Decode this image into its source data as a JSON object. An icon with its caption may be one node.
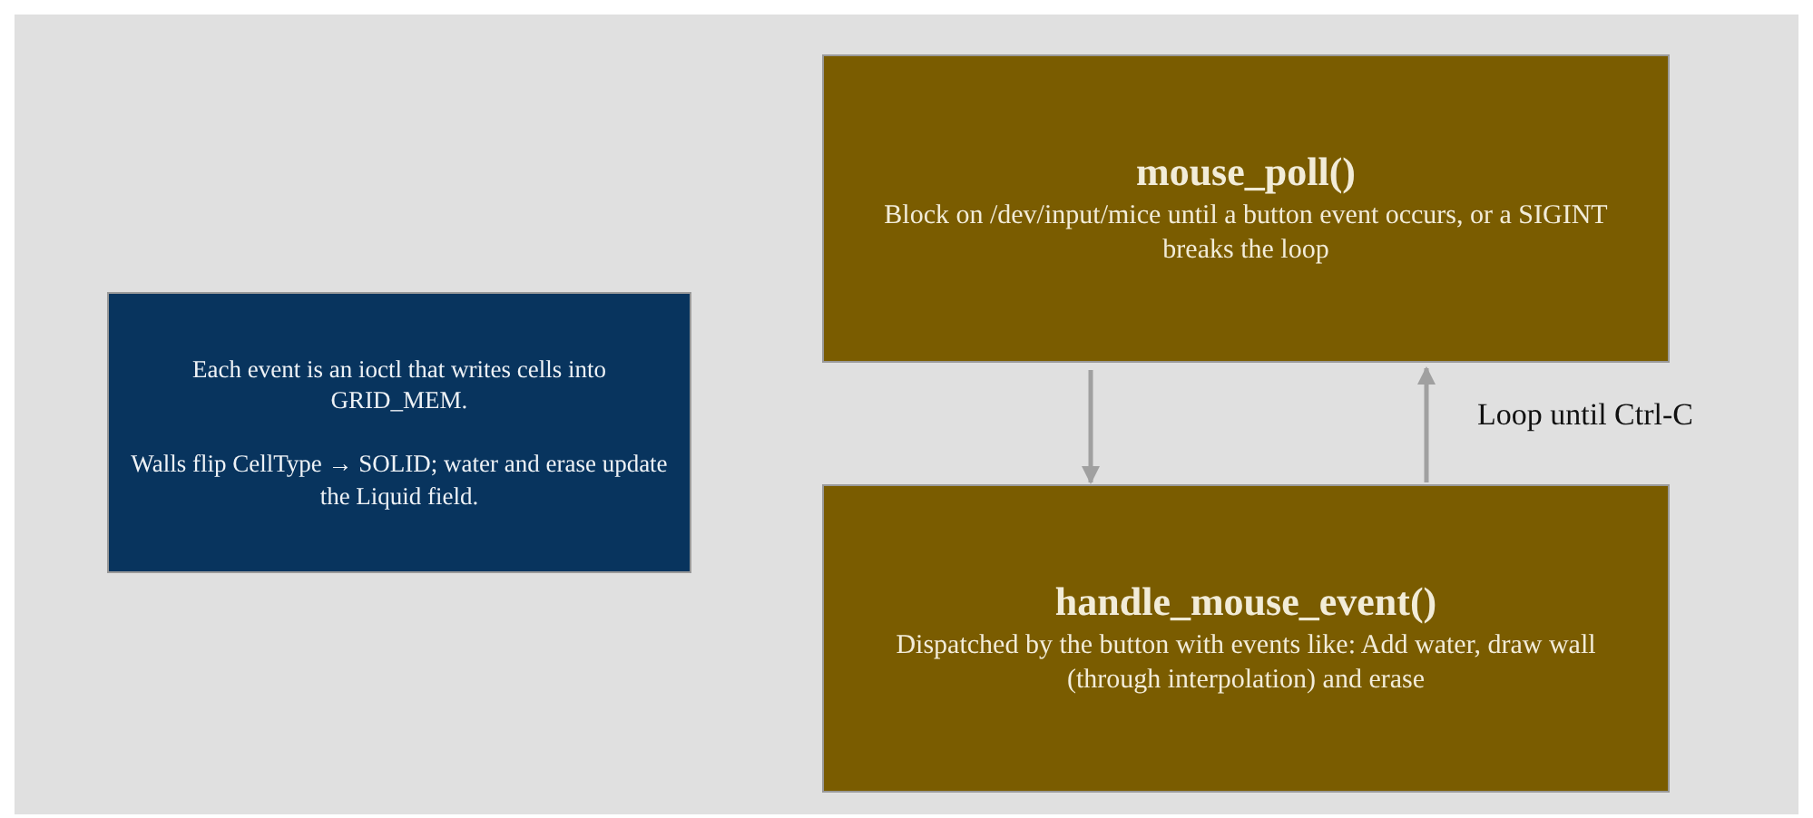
{
  "diagram": {
    "nodes": [
      {
        "text": [
          "Each event is an ioctl that writes cells into GRID_MEM.",
          "Walls flip CellType → SOLID; water and erase update the Liquid field."
        ]
      },
      {
        "text": [
          "mouse_poll()",
          "Block on /dev/input/mice until a button event occurs, or a SIGINT breaks the loop"
        ]
      },
      {
        "text": [
          "handle_mouse_event()",
          "Dispatched by the button with events like: Add water, draw wall (through interpolation) and erase"
        ]
      }
    ],
    "edges": [
      {
        "from": 1,
        "to": 2,
        "arrow": "to"
      },
      {
        "from": 2,
        "to": 1,
        "arrow": "to",
        "label": "Loop until Ctrl-C"
      }
    ]
  }
}
